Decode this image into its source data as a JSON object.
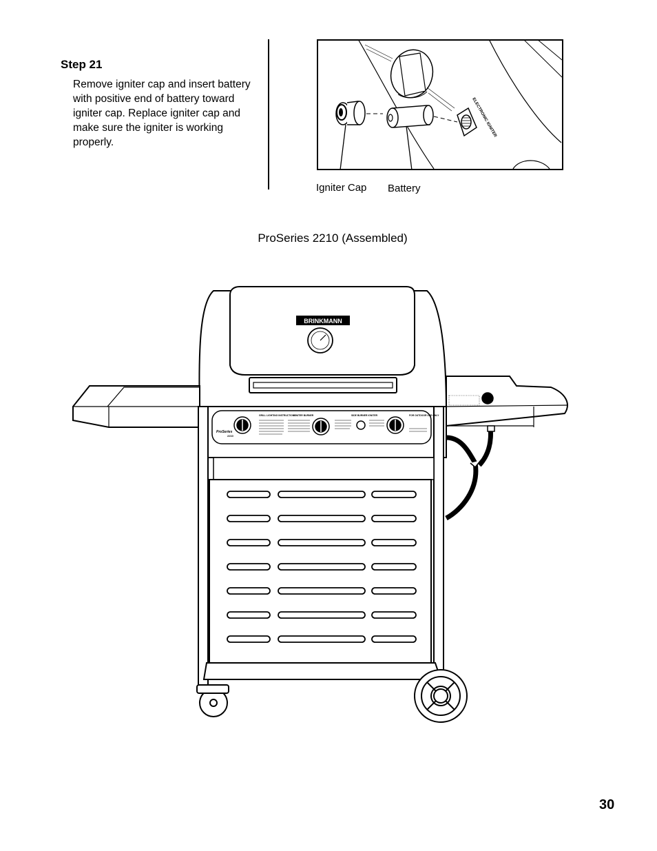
{
  "step": {
    "title": "Step 21",
    "text": "Remove igniter cap and insert battery with positive end of battery toward igniter cap. Replace igniter cap and make sure the igniter is working properly."
  },
  "detail_figure": {
    "callouts": [
      "Igniter Cap",
      "Battery"
    ],
    "panel_label": "ELECTRONIC IGNITER"
  },
  "grill_figure": {
    "caption": "ProSeries 2210 (Assembled)",
    "brand": "BRINKMANN",
    "panel_labels": {
      "lighting": "GRILL LIGHTING INSTRUCTIONS",
      "center": "IGNITER BURNER",
      "side": "SIDE BURNER IGNITER",
      "outdoor": "FOR OUTDOOR USE ONLY",
      "series": "ProSeries",
      "model": "2210"
    }
  },
  "page": {
    "number": "30"
  }
}
